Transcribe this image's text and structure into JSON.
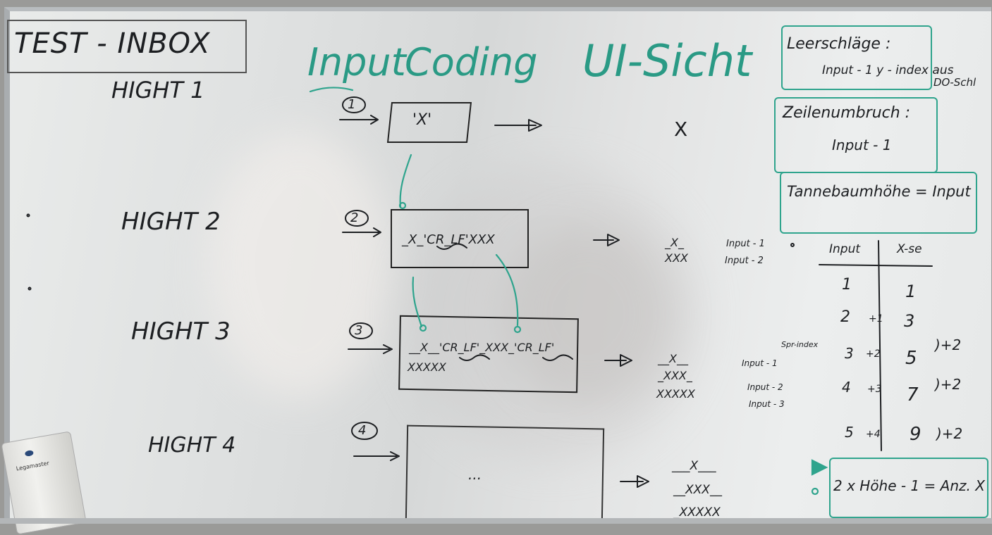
{
  "left_column": {
    "title": "TEST - INBOX",
    "heights": [
      "HIGHT 1",
      "HIGHT 2",
      "HIGHT 3",
      "HIGHT 4"
    ]
  },
  "headers": {
    "input": "Input",
    "coding": "Coding",
    "ui_view": "UI-Sicht"
  },
  "steps": [
    {
      "number": "1",
      "input": "'X'",
      "output": [
        "X"
      ],
      "labels": []
    },
    {
      "number": "2",
      "input": "_X_'CR_LF'XXX",
      "output": [
        "_X_",
        "XXX"
      ],
      "labels": [
        "Input - 1",
        "Input - 2"
      ]
    },
    {
      "number": "3",
      "input_line1": "__X__'CR_LF'_XXX_'CR_LF'",
      "input_line2": "XXXXX",
      "output": [
        "__X__",
        "_XXX_",
        "XXXXX"
      ],
      "labels": [
        "Input - 1",
        "Input - 2",
        "Input - 3"
      ]
    },
    {
      "number": "4",
      "input": "...",
      "output": [
        "___X___",
        "__XXX__",
        "_XXXXX"
      ],
      "labels": []
    }
  ],
  "notes": {
    "leerschlaege_title": "Leerschläge :",
    "leerschlaege_body": "Input - 1 y - index aus",
    "leerschlaege_tail": "DO-Schl",
    "zeilenumbruch_title": "Zeilenumbruch :",
    "zeilenumbruch_body": "Input - 1",
    "tannenbaum": "Tannebaumhöhe = Input"
  },
  "table": {
    "headers": [
      "Input",
      "X-se"
    ],
    "side_label": "Spr-index",
    "rows": [
      {
        "input": "1",
        "step": "",
        "x": "1",
        "diff": ""
      },
      {
        "input": "2",
        "step": "+1",
        "x": "3",
        "diff": ""
      },
      {
        "input": "3",
        "step": "+2",
        "x": "5",
        "diff": ")+2"
      },
      {
        "input": "4",
        "step": "+3",
        "x": "7",
        "diff": ")+2"
      },
      {
        "input": "5",
        "step": "+4",
        "x": "9",
        "diff": ")+2"
      }
    ]
  },
  "formula": "2 x Höhe - 1 = Anz. X",
  "eraser_brand": "Legamaster",
  "colors": {
    "ink_black": "#1d1f22",
    "ink_teal": "#2a9a85",
    "board": "#e6e8e8"
  }
}
